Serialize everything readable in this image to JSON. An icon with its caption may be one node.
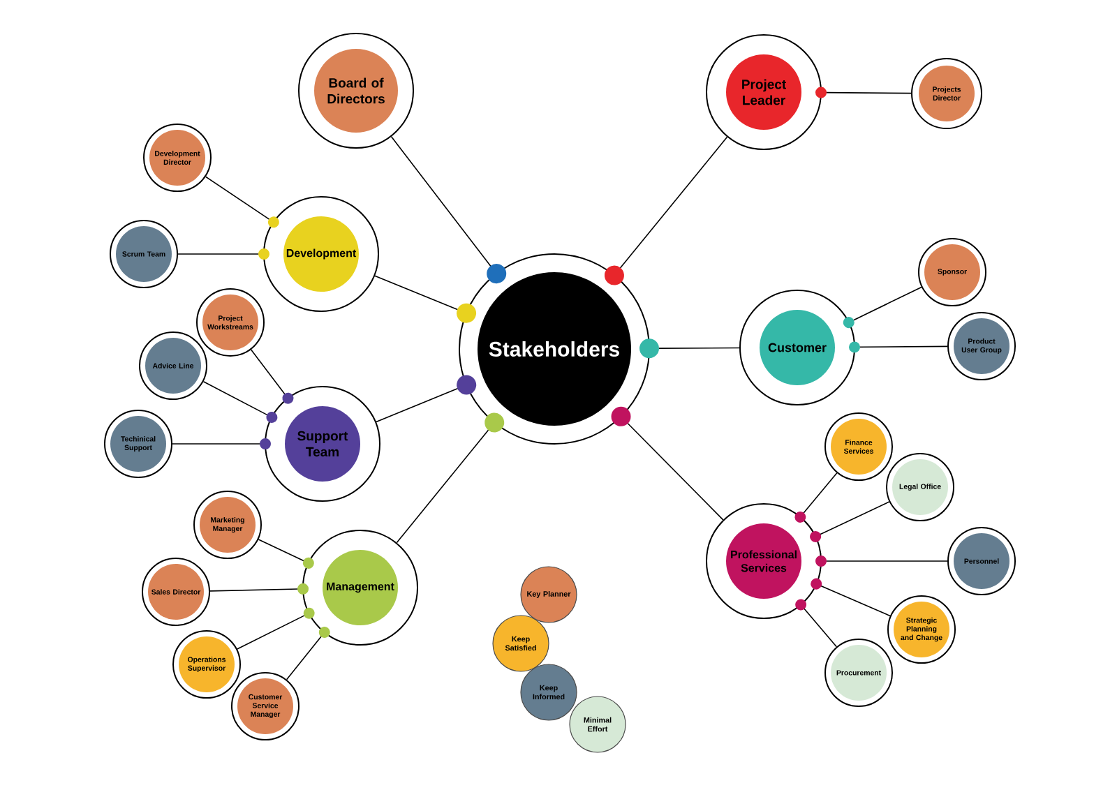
{
  "diagram": {
    "nodes": [
      {
        "text": [
          "Stakeholders"
        ]
      },
      {
        "text": [
          "Board of Directors"
        ]
      },
      {
        "text": [
          "Project Leader"
        ]
      },
      {
        "text": [
          "Projects Director"
        ]
      },
      {
        "text": [
          "Development"
        ]
      },
      {
        "text": [
          "Development Director"
        ]
      },
      {
        "text": [
          "Scrum Team"
        ]
      },
      {
        "text": [
          "Customer"
        ]
      },
      {
        "text": [
          "Sponsor"
        ]
      },
      {
        "text": [
          "Product User Group"
        ]
      },
      {
        "text": [
          "Support Team"
        ]
      },
      {
        "text": [
          "Project Workstreams"
        ]
      },
      {
        "text": [
          "Advice Line"
        ]
      },
      {
        "text": [
          "Techinical Support"
        ]
      },
      {
        "text": [
          "Management"
        ]
      },
      {
        "text": [
          "Marketing Manager"
        ]
      },
      {
        "text": [
          "Sales Director"
        ]
      },
      {
        "text": [
          "Operations Supervisor"
        ]
      },
      {
        "text": [
          "Customer Service Manager"
        ]
      },
      {
        "text": [
          "Professional Services"
        ]
      },
      {
        "text": [
          "Finance Services"
        ]
      },
      {
        "text": [
          "Legal Office"
        ]
      },
      {
        "text": [
          "Personnel"
        ]
      },
      {
        "text": [
          "Strategic Planning and Change"
        ]
      },
      {
        "text": [
          "Procurement"
        ]
      }
    ],
    "edges": [
      {
        "from": 0,
        "to": 1,
        "arrow": "other"
      },
      {
        "from": 0,
        "to": 2,
        "arrow": "other"
      },
      {
        "from": 0,
        "to": 4,
        "arrow": "other"
      },
      {
        "from": 0,
        "to": 10,
        "arrow": "other"
      },
      {
        "from": 0,
        "to": 14,
        "arrow": "other"
      },
      {
        "from": 0,
        "to": 7,
        "arrow": "other"
      },
      {
        "from": 0,
        "to": 19,
        "arrow": "other"
      },
      {
        "from": 2,
        "to": 3,
        "arrow": "other"
      },
      {
        "from": 4,
        "to": 5,
        "arrow": "other"
      },
      {
        "from": 4,
        "to": 6,
        "arrow": "other"
      },
      {
        "from": 7,
        "to": 8,
        "arrow": "other"
      },
      {
        "from": 7,
        "to": 9,
        "arrow": "other"
      },
      {
        "from": 10,
        "to": 11,
        "arrow": "other"
      },
      {
        "from": 10,
        "to": 12,
        "arrow": "other"
      },
      {
        "from": 10,
        "to": 13,
        "arrow": "other"
      },
      {
        "from": 14,
        "to": 15,
        "arrow": "other"
      },
      {
        "from": 14,
        "to": 16,
        "arrow": "other"
      },
      {
        "from": 14,
        "to": 17,
        "arrow": "other"
      },
      {
        "from": 14,
        "to": 18,
        "arrow": "other"
      },
      {
        "from": 19,
        "to": 20,
        "arrow": "other"
      },
      {
        "from": 19,
        "to": 21,
        "arrow": "other"
      },
      {
        "from": 19,
        "to": 22,
        "arrow": "other"
      },
      {
        "from": 19,
        "to": 23,
        "arrow": "other"
      },
      {
        "from": 19,
        "to": 24,
        "arrow": "other"
      }
    ],
    "legend": [
      {
        "text": "Key Planner",
        "color": "#db8356"
      },
      {
        "text": "Keep Satisfied",
        "color": "#f7b52c"
      },
      {
        "text": "Keep Informed",
        "color": "#647d90"
      },
      {
        "text": "Minimal Effort",
        "color": "#d6e9d6"
      }
    ]
  }
}
